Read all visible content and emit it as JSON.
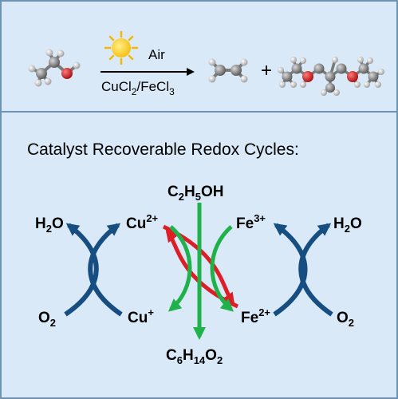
{
  "reaction": {
    "light": "Air",
    "catalyst_main": "CuCl",
    "catalyst_sub1": "2",
    "catalyst_sep": "/FeCl",
    "catalyst_sub2": "3",
    "plus": "+"
  },
  "subtitle": "Catalyst Recoverable Redox Cycles:",
  "cycle": {
    "feed": {
      "a": "C",
      "b": "2",
      "c": "H",
      "d": "5",
      "e": "OH"
    },
    "product": {
      "a": "C",
      "b": "6",
      "c": "H",
      "d": "14",
      "e": "O",
      "f": "2"
    },
    "water_left": {
      "a": "H",
      "b": "2",
      "c": "O"
    },
    "water_right": {
      "a": "H",
      "b": "2",
      "c": "O"
    },
    "oxygen_left": {
      "a": "O",
      "b": "2"
    },
    "oxygen_right": {
      "a": "O",
      "b": "2"
    },
    "cu2": {
      "a": "Cu",
      "b": "2+"
    },
    "cu1": {
      "a": "Cu",
      "b": "+"
    },
    "fe3": {
      "a": "Fe",
      "b": "3+"
    },
    "fe2": {
      "a": "Fe",
      "b": "2+"
    }
  },
  "colors": {
    "background": "#d9e9f7",
    "blue_arrow": "#174e82",
    "green_arrow": "#1fb24a",
    "red_arrow": "#dd1e26",
    "sun": "#f7c21a",
    "atom_gray": "#8c8c8c",
    "oxygen_red": "#d42020"
  }
}
